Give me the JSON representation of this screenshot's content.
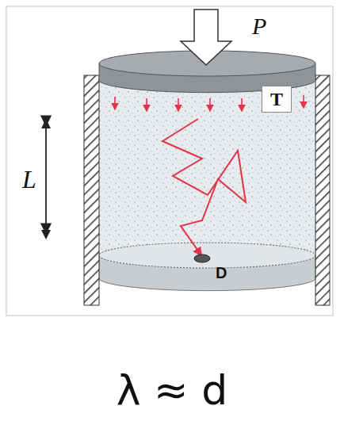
{
  "diagram": {
    "nodes": [
      {
        "text": [
          "T"
        ]
      }
    ],
    "labels": [
      "P",
      "L",
      "D",
      "λ ≈ d"
    ]
  }
}
